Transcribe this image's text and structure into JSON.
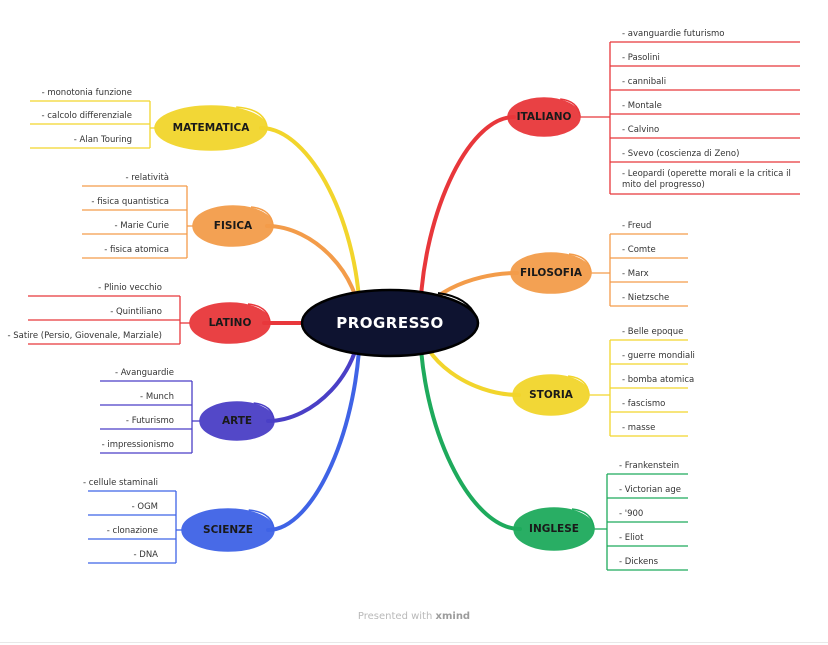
{
  "center": {
    "label": "PROGRESSO"
  },
  "branches": [
    {
      "label": "MATEMATICA",
      "color": "#F2D52C",
      "items": [
        "- monotonia funzione",
        "- calcolo differenziale",
        "- Alan Touring"
      ]
    },
    {
      "label": "FISICA",
      "color": "#F39C4A",
      "items": [
        "- relatività",
        "- fisica quantistica",
        "- Marie Curie",
        "- fisica atomica"
      ]
    },
    {
      "label": "LATINO",
      "color": "#E8373B",
      "items": [
        "- Plinio vecchio",
        "- Quintiliano",
        "- Satire (Persio, Giovenale, Marziale)"
      ]
    },
    {
      "label": "ARTE",
      "color": "#4A3FC6",
      "items": [
        "- Avanguardie",
        "- Munch",
        "- Futurismo",
        "- impressionismo"
      ]
    },
    {
      "label": "SCIENZE",
      "color": "#3F63E6",
      "items": [
        "- cellule staminali",
        "- OGM",
        "- clonazione",
        "- DNA"
      ]
    },
    {
      "label": "ITALIANO",
      "color": "#E8373B",
      "items": [
        "- avanguardie futurismo",
        "- Pasolini",
        "- cannibali",
        "- Montale",
        "- Calvino",
        "- Svevo (coscienza di Zeno)",
        "- Leopardi (operette morali e la critica il mito del progresso)"
      ]
    },
    {
      "label": "FILOSOFIA",
      "color": "#F39C4A",
      "items": [
        "- Freud",
        "- Comte",
        "- Marx",
        "- Nietzsche"
      ]
    },
    {
      "label": "STORIA",
      "color": "#F2D52C",
      "items": [
        "- Belle epoque",
        "- guerre mondiali",
        "- bomba atomica",
        "- fascismo",
        "- masse"
      ]
    },
    {
      "label": "INGLESE",
      "color": "#1EAA5C",
      "items": [
        "- Frankenstein",
        "- Victorian age",
        "- '900",
        "- Eliot",
        "- Dickens"
      ]
    }
  ],
  "footer": {
    "text": "Presented with",
    "brand": "xmind"
  }
}
